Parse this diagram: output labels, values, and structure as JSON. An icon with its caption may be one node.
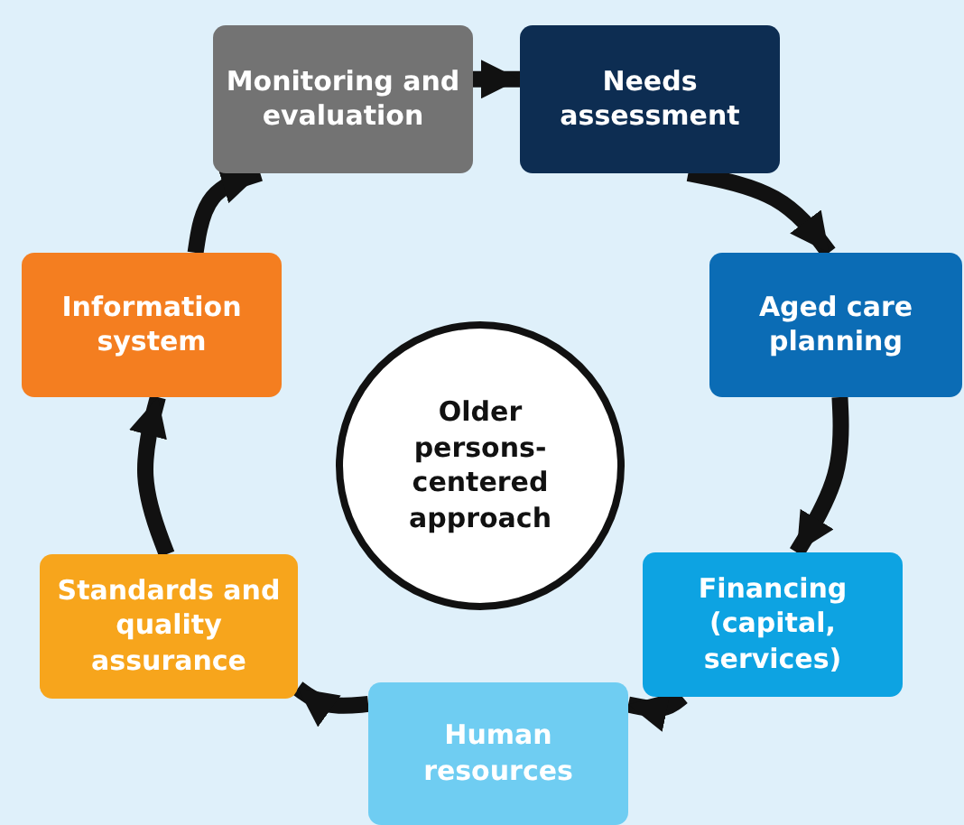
{
  "diagram": {
    "nodes": [
      {
        "text": [
          "Older persons-centered approach"
        ]
      },
      {
        "text": [
          "Monitoring and evaluation"
        ]
      },
      {
        "text": [
          "Needs assessment"
        ]
      },
      {
        "text": [
          "Aged care planning"
        ]
      },
      {
        "text": [
          "Financing (capital, services)"
        ]
      },
      {
        "text": [
          "Human resources"
        ]
      },
      {
        "text": [
          "Standards and quality assurance"
        ]
      },
      {
        "text": [
          "Information system"
        ]
      }
    ],
    "edges": [
      {
        "from": 1,
        "to": 2,
        "arrow": "to"
      },
      {
        "from": 2,
        "to": 3,
        "arrow": "to"
      },
      {
        "from": 3,
        "to": 4,
        "arrow": "to"
      },
      {
        "from": 4,
        "to": 5,
        "arrow": "to"
      },
      {
        "from": 5,
        "to": 6,
        "arrow": "to"
      },
      {
        "from": 6,
        "to": 7,
        "arrow": "to"
      },
      {
        "from": 7,
        "to": 1,
        "arrow": "to"
      }
    ]
  }
}
